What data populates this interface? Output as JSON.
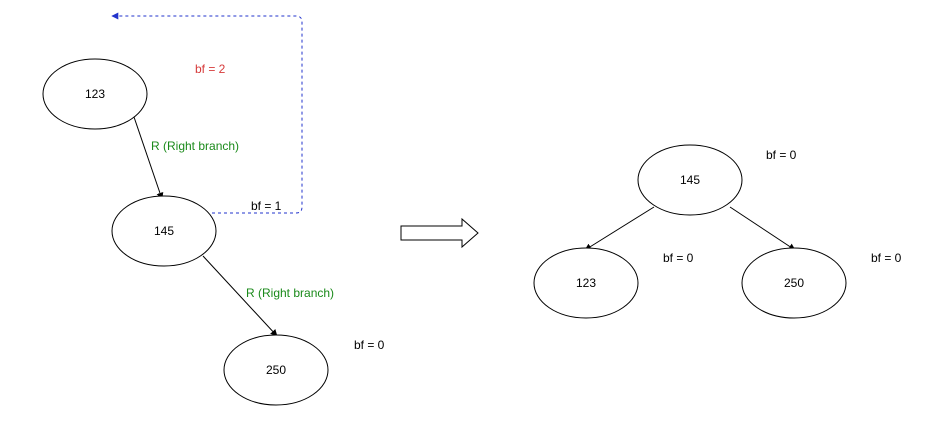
{
  "colors": {
    "node_stroke": "#000000",
    "edge": "#000000",
    "right_branch": "#1a8a1a",
    "bf_critical": "#d63a3a",
    "bf_normal": "#000000",
    "rotation_path": "#2233cc"
  },
  "before": {
    "nodes": [
      {
        "key": "root",
        "label": "123"
      },
      {
        "key": "mid",
        "label": "145"
      },
      {
        "key": "leaf",
        "label": "250"
      }
    ],
    "branch_labels": [
      "R (Right branch)",
      "R (Right branch)"
    ],
    "balance_factors": [
      "bf = 2",
      "bf = 1",
      "bf = 0"
    ]
  },
  "transform_arrow": "arrow-right-icon",
  "after": {
    "nodes": [
      {
        "key": "root",
        "label": "145"
      },
      {
        "key": "left",
        "label": "123"
      },
      {
        "key": "right",
        "label": "250"
      }
    ],
    "balance_factors": [
      "bf = 0",
      "bf = 0",
      "bf = 0"
    ]
  }
}
